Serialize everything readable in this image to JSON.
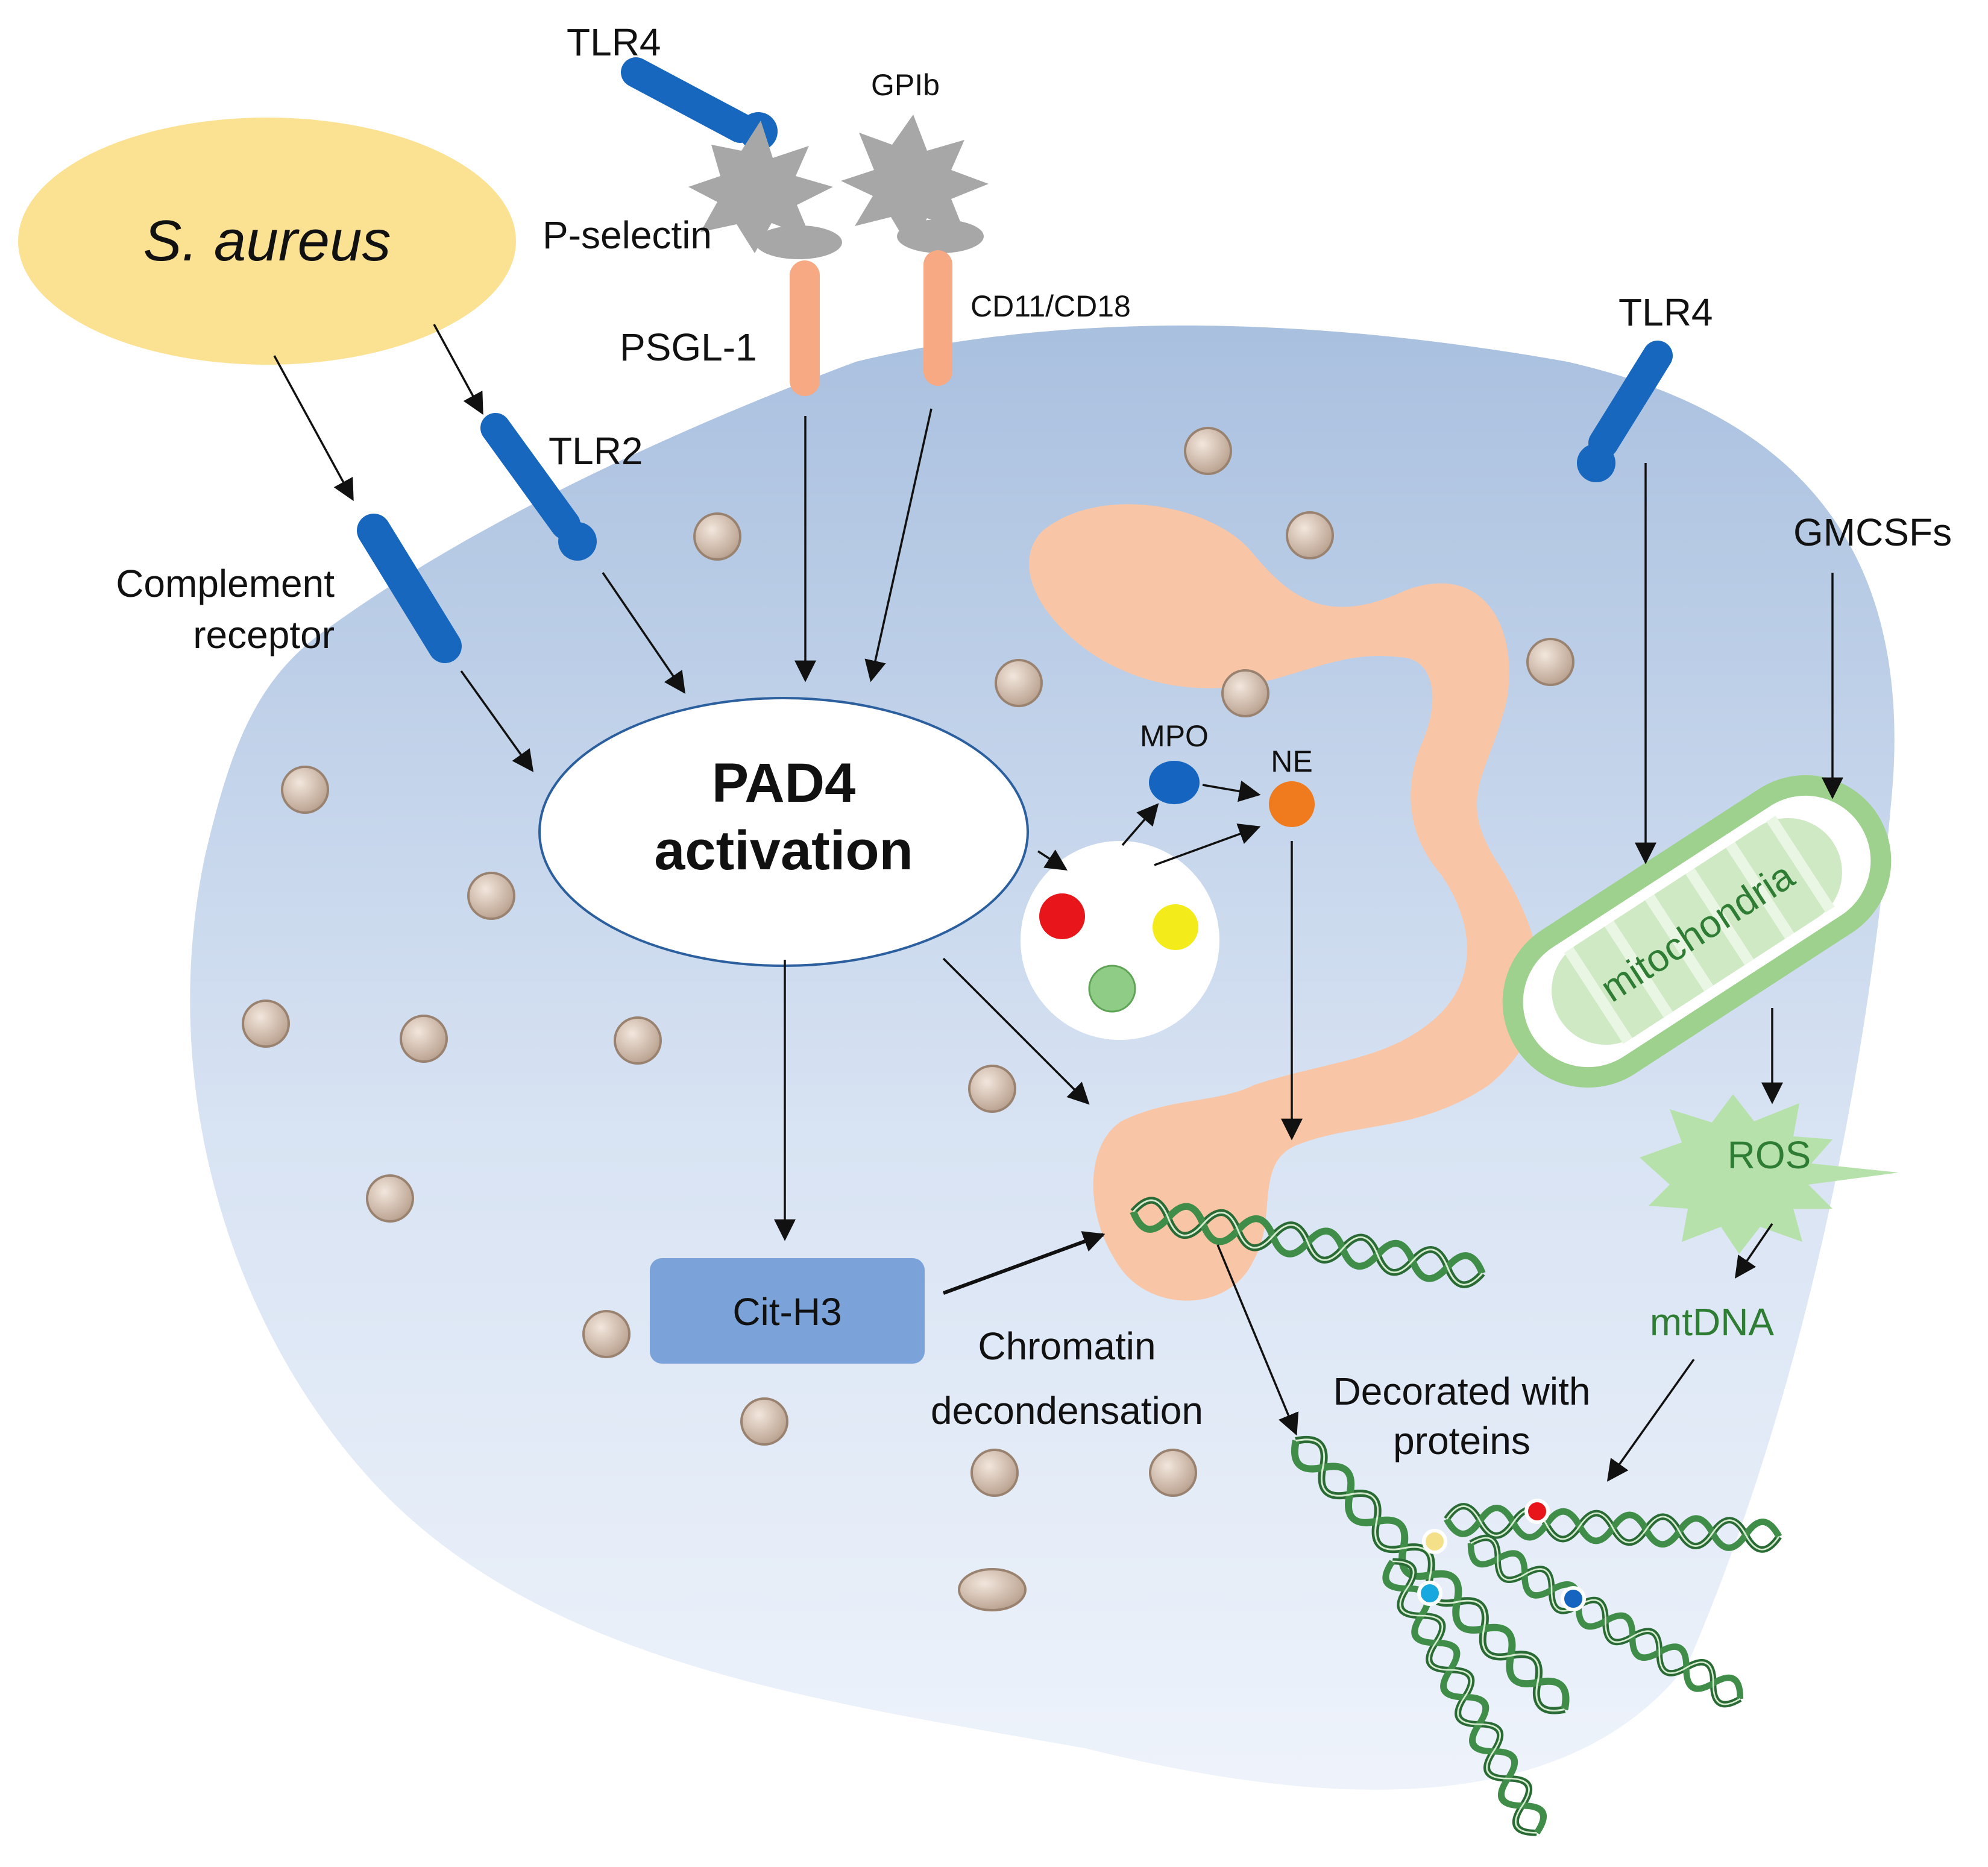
{
  "labels": {
    "s_aureus": "S. aureus",
    "tlr4_top": "TLR4",
    "gpib": "GPIb",
    "p_selectin": "P-selectin",
    "psgl1": "PSGL-1",
    "cd11_cd18": "CD11/CD18",
    "tlr4_right": "TLR4",
    "tlr2": "TLR2",
    "complement_line1": "Complement",
    "complement_line2": "receptor",
    "gmcsfs": "GMCSFs",
    "pad4_line1": "PAD4",
    "pad4_line2": "activation",
    "mpo": "MPO",
    "ne": "NE",
    "mitochondria": "mitochondria",
    "ros": "ROS",
    "mtdna": "mtDNA",
    "cit_h3": "Cit-H3",
    "chromatin_line1": "Chromatin",
    "chromatin_line2": "decondensation",
    "decorated_line1": "Decorated with",
    "decorated_line2": "proteins"
  },
  "colors": {
    "cell_fill_top": "#a9c0df",
    "cell_fill_bottom": "#eef3fb",
    "nucleus": "#f8c6a6",
    "receptor_blue": "#1767bf",
    "platelet_gray": "#a7a7a7",
    "stalk_salmon": "#f6a982",
    "granule": "#d9c3b2",
    "bacterium": "#fbe293",
    "cit_h3_box": "#7ba3da",
    "mito_green": "#9ed18d",
    "dna_green": "#2a6a34",
    "mpo_blue": "#1565c0",
    "ne_orange": "#f07a1e",
    "granule_red": "#e8161a",
    "granule_yellow": "#f4ec1a",
    "granule_green": "#8fcd86"
  }
}
